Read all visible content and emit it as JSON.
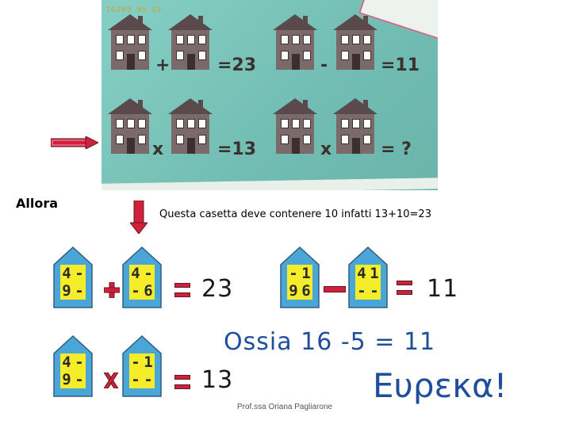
{
  "photo": {
    "stamp": "IGZ89 99 G1",
    "row1_left": "+ =23",
    "row1_left_op": "+",
    "row1_left_res": "=23",
    "row1_right_op": "-",
    "row1_right_res": "=11",
    "row2_left_op": "x",
    "row2_left_res": "=13",
    "row2_right_op": "x",
    "row2_right_res": "= ?"
  },
  "allora": "Allora",
  "explanation": "Questa casetta deve contenere 10  infatti 13+10=23",
  "houses": {
    "h1": [
      "4",
      "-",
      "9",
      "-"
    ],
    "h2": [
      "4",
      "-",
      "-",
      "6"
    ],
    "h3": [
      "-",
      "1",
      "9",
      "6"
    ],
    "h4": [
      "4",
      "1",
      "-",
      "-"
    ],
    "h5": [
      "4",
      "-",
      "9",
      "-"
    ],
    "h6": [
      "-",
      "1",
      "-",
      "-"
    ]
  },
  "ops": {
    "plus": "+",
    "minus": "—",
    "times": "x"
  },
  "results": {
    "r1": "23",
    "r2": "11",
    "r3": "13"
  },
  "ossia": "Ossia 16 -5 =  11",
  "eureka": "Ευρεκα!",
  "author": "Prof.ssa Oriana Pagliarone",
  "colors": {
    "house_blue": "#4aa6d6",
    "door_yellow": "#f5ec2a",
    "red": "#d21f3c",
    "eq_blue": "#1f4e9c"
  }
}
